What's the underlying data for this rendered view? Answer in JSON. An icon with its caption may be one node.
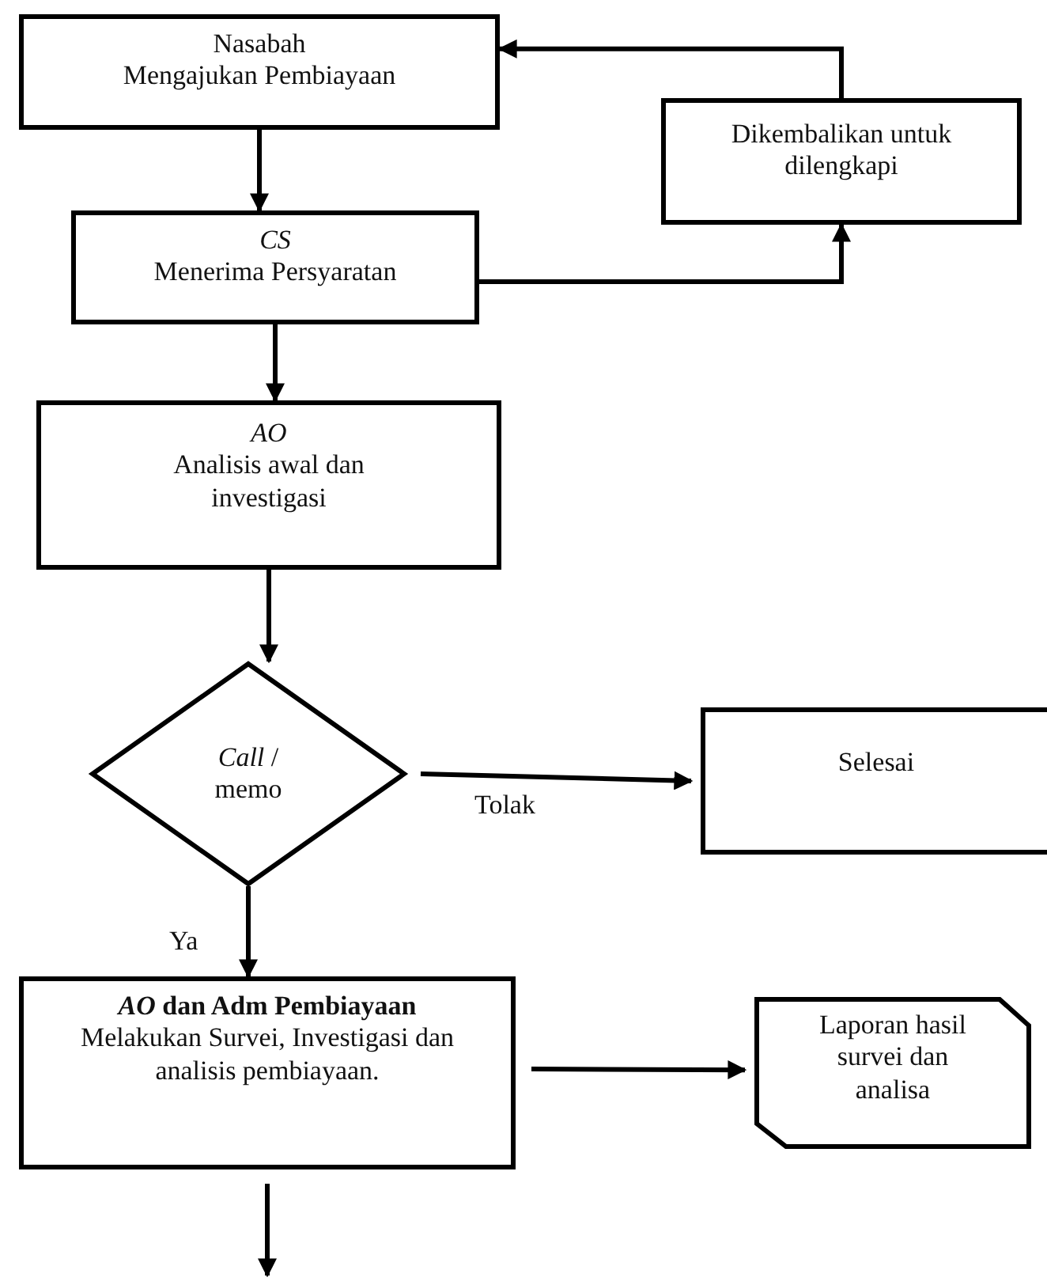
{
  "diagram": {
    "nodes": [
      {
        "text": [
          "Nasabah",
          "Mengajukan Pembiayaan"
        ]
      },
      {
        "text": [
          "CS",
          "Menerima Persyaratan"
        ]
      },
      {
        "text": [
          "Dikembalikan untuk dilengkapi"
        ]
      },
      {
        "text": [
          "AO",
          "Analisis awal dan investigasi"
        ]
      },
      {
        "text": [
          "*Call* / memo"
        ]
      },
      {
        "text": [
          "Selesai"
        ]
      },
      {
        "text": [
          "*AO* dan Adm Pembiayaan",
          "Melakukan Survei, Investigasi dan analisis pembiayaan."
        ]
      },
      {
        "text": [
          "Laporan hasil survei dan analisa"
        ]
      }
    ],
    "edges": [
      {
        "from": 0,
        "to": 1,
        "arrow": "to"
      },
      {
        "from": 1,
        "to": 2,
        "arrow": "to"
      },
      {
        "from": 2,
        "to": 0,
        "arrow": "to"
      },
      {
        "from": 1,
        "to": 3,
        "arrow": "to"
      },
      {
        "from": 3,
        "to": 4,
        "arrow": "to"
      },
      {
        "from": 4,
        "to": 5,
        "label": "Tolak",
        "arrow": "to"
      },
      {
        "from": 4,
        "to": 6,
        "label": "Ya",
        "arrow": "to"
      },
      {
        "from": 6,
        "to": 7,
        "arrow": "to"
      },
      {
        "from": 6,
        "to": null,
        "arrow": "to"
      }
    ]
  }
}
